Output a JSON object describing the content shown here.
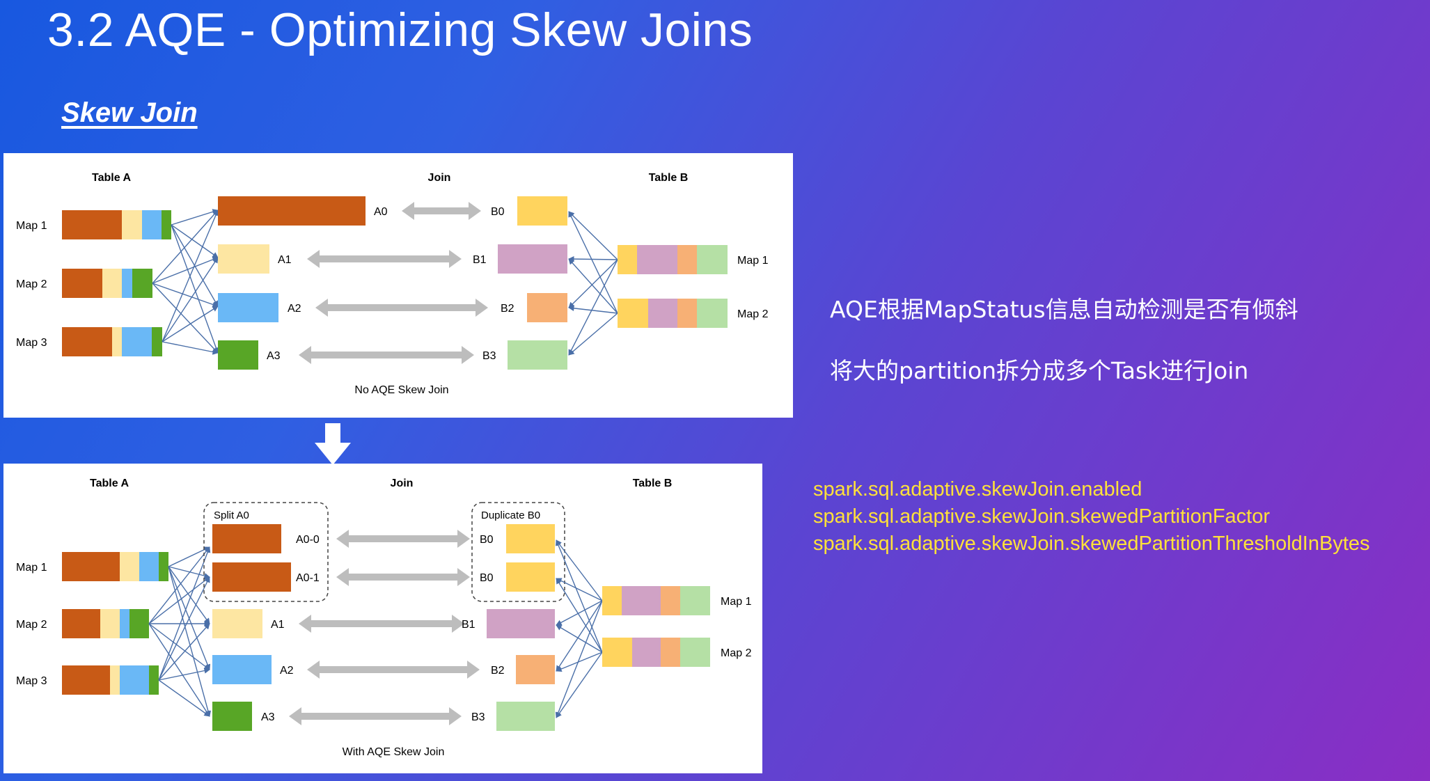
{
  "slide": {
    "title": "3.2 AQE - Optimizing Skew Joins",
    "subtitle": "Skew Join"
  },
  "notes": [
    "AQE根据MapStatus信息自动检测是否有倾斜",
    "将大的partition拆分成多个Task进行Join"
  ],
  "config_keys": [
    "spark.sql.adaptive.skewJoin.enabled",
    "spark.sql.adaptive.skewJoin.skewedPartitionFactor",
    "spark.sql.adaptive.skewJoin.skewedPartitionThresholdInBytes"
  ],
  "colors": {
    "orange": "#c85a16",
    "yellow": "#fde6a2",
    "blue": "#6ab8f6",
    "green": "#58a626",
    "gold": "#ffd45e",
    "pink": "#d0a2c5",
    "salmon": "#f7b075",
    "mint": "#b5e0a5",
    "arrow_gray": "#bdbdbd",
    "link_blue": "#4a6fa8",
    "note_text": "#ffffff",
    "config_text": "#ffe13a"
  },
  "diagram_no_aqe": {
    "header_table_a": "Table A",
    "header_join": "Join",
    "header_table_b": "Table B",
    "maps_a": [
      "Map 1",
      "Map 2",
      "Map 3"
    ],
    "maps_b": [
      "Map 1",
      "Map 2"
    ],
    "partitions_a": [
      "A0",
      "A1",
      "A2",
      "A3"
    ],
    "partitions_b": [
      "B0",
      "B1",
      "B2",
      "B3"
    ],
    "caption": "No AQE Skew Join"
  },
  "diagram_with_aqe": {
    "header_table_a": "Table A",
    "header_join": "Join",
    "header_table_b": "Table B",
    "maps_a": [
      "Map 1",
      "Map 2",
      "Map 3"
    ],
    "maps_b": [
      "Map 1",
      "Map 2"
    ],
    "split_label": "Split A0",
    "duplicate_label": "Duplicate B0",
    "partitions_a": [
      "A0-0",
      "A0-1",
      "A1",
      "A2",
      "A3"
    ],
    "partitions_b": [
      "B0",
      "B0",
      "B1",
      "B2",
      "B3"
    ],
    "caption": "With AQE Skew Join"
  }
}
